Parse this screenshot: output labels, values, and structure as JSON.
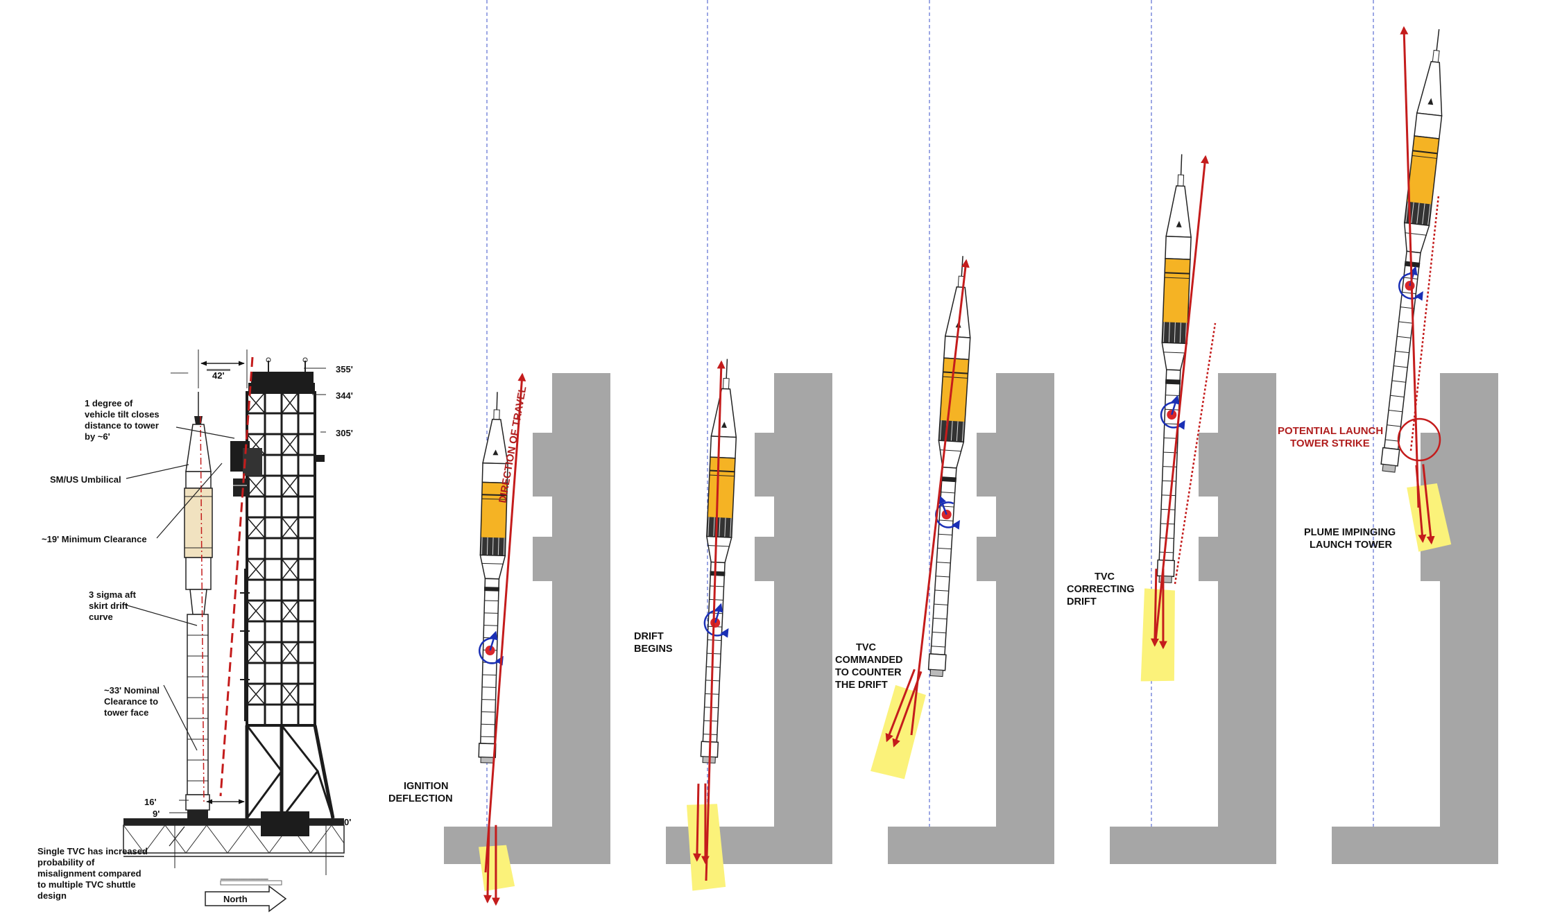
{
  "colors": {
    "tower": "#a6a6a6",
    "stage_orange": "#f5b324",
    "plume": "#fbf27a",
    "arrow_red": "#c41c1c",
    "rotation_blue": "#1a2fb5",
    "center_dot": "#d9262a",
    "centerline_blue": "#3a4fc8",
    "truss_dark": "#1c1c1c"
  },
  "icons": [
    "rotation-arrow-icon",
    "thrust-arrow-icon",
    "north-arrow-icon"
  ],
  "left_panel": {
    "heights": [
      "355'",
      "344'",
      "305'",
      "0'"
    ],
    "offset_top": "42'",
    "offset_16": "16'",
    "offset_9": "9'",
    "notes": {
      "tilt": [
        "1 degree of",
        "vehicle tilt closes",
        "distance to tower",
        "by ~6'"
      ],
      "umbilical": [
        "SM/US Umbilical"
      ],
      "min_clearance": [
        "~19' Minimum Clearance"
      ],
      "sigma": [
        "3 sigma aft",
        "skirt drift",
        "curve"
      ],
      "nominal": [
        "~33' Nominal",
        "Clearance to",
        "tower face"
      ],
      "single_tvc": [
        "Single TVC has increased",
        "probability of",
        "misalignment compared",
        "to multiple TVC shuttle",
        "design"
      ]
    },
    "north_label": "North"
  },
  "stages": [
    {
      "id": "ignition",
      "label": [
        "IGNITION",
        "DEFLECTION"
      ],
      "travel_label": "DIRECTION OF TRAVEL"
    },
    {
      "id": "drift",
      "label": [
        "DRIFT",
        "BEGINS"
      ]
    },
    {
      "id": "tvc-commanded",
      "label": [
        "TVC",
        "COMMANDED",
        "TO COUNTER",
        "THE DRIFT"
      ]
    },
    {
      "id": "tvc-correcting",
      "label": [
        "TVC",
        "CORRECTING",
        "DRIFT"
      ]
    },
    {
      "id": "strike",
      "label": [
        "PLUME IMPINGING",
        "LAUNCH TOWER"
      ],
      "strike_label": [
        "POTENTIAL LAUNCH",
        "TOWER STRIKE"
      ]
    }
  ]
}
